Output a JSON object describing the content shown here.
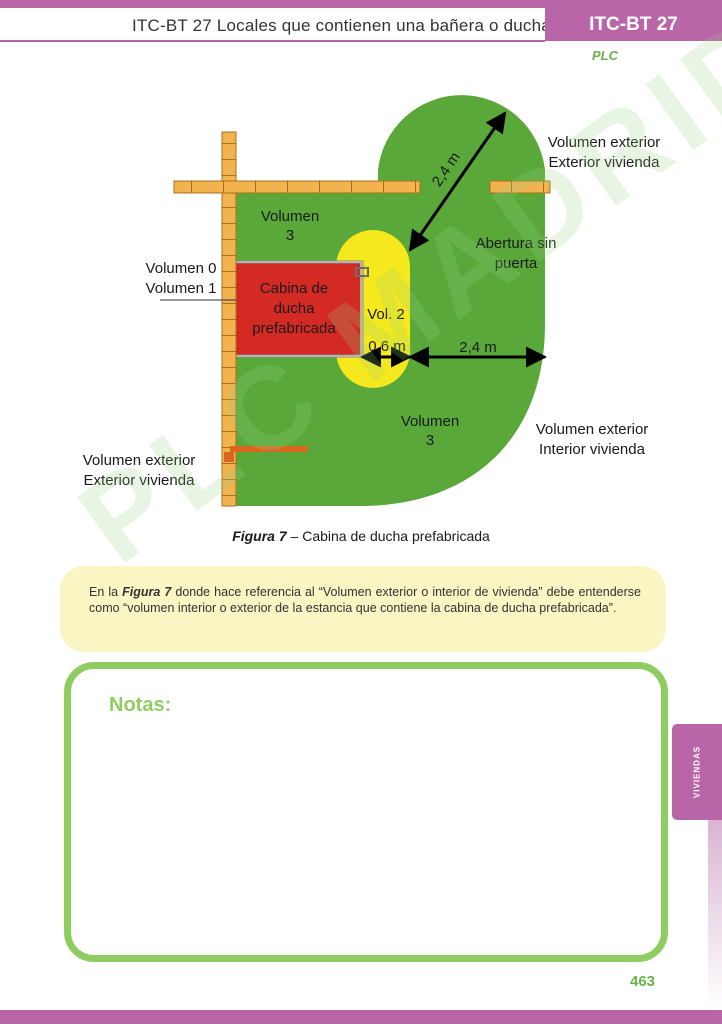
{
  "header": {
    "title": "ITC-BT 27 Locales que contienen una bañera o ducha",
    "code": "ITC-BT 27"
  },
  "logo": "PLC",
  "figure": {
    "labels": {
      "volumen_3_top_line1": "Volumen",
      "volumen_3_top_line2": "3",
      "volumen_0": "Volumen 0",
      "volumen_1": "Volumen 1",
      "cabina_line1": "Cabina de",
      "cabina_line2": "ducha",
      "cabina_line3": "prefabricada",
      "vol2": "Vol. 2",
      "dim_06": "0,6 m",
      "dim_24_horizontal": "2,4 m",
      "dim_24_diagonal": "2,4 m",
      "abertura_line1": "Abertura sin",
      "abertura_line2": "puerta",
      "vol_ext_top_line1": "Volumen exterior",
      "vol_ext_top_line2": "Exterior vivienda",
      "vol_ext_right_line1": "Volumen exterior",
      "vol_ext_right_line2": "Interior vivienda",
      "volumen_3_bottom_line1": "Volumen",
      "volumen_3_bottom_line2": "3",
      "vol_ext_left_line1": "Volumen exterior",
      "vol_ext_left_line2": "Exterior vivienda"
    },
    "colors": {
      "volume3": "#5aa83a",
      "volume2": "#f5e81c",
      "cabin": "#d42a24",
      "brick": "#f2b24e",
      "brick_line": "#a8701c",
      "door": "#d9661e"
    },
    "caption_bold": "Figura 7",
    "caption_text": " – Cabina de ducha prefabricada"
  },
  "note": {
    "prefix": "En la ",
    "bold": "Figura 7",
    "text": " donde hace referencia al “Volumen exterior o interior de vivienda” debe entenderse como “volumen interior o exterior de la estancia que contiene la cabina de ducha prefabricada”."
  },
  "notas": {
    "title": "Notas:"
  },
  "side_tab": "VIVIENDAS",
  "page_number": "463",
  "watermark": "PLC MADRID"
}
